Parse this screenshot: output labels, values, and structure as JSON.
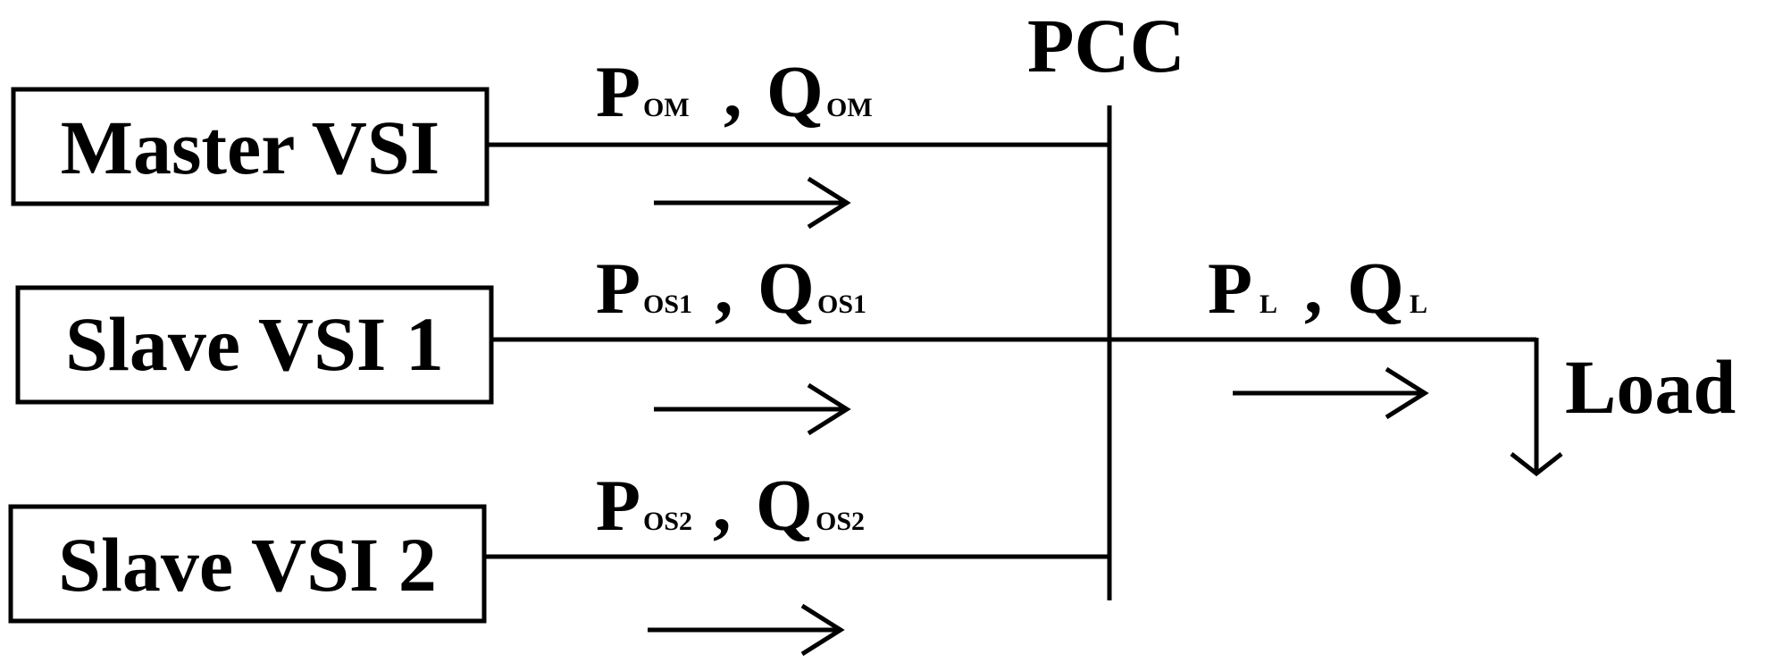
{
  "diagram": {
    "pcc_label": "PCC",
    "load_label": "Load",
    "sources": [
      {
        "name": "Master VSI",
        "P": "P",
        "P_sub": "OM",
        "sep": ",",
        "Q": "Q",
        "Q_sub": "OM"
      },
      {
        "name": "Slave VSI 1",
        "P": "P",
        "P_sub": "OS1",
        "sep": ",",
        "Q": "Q",
        "Q_sub": "OS1"
      },
      {
        "name": "Slave VSI 2",
        "P": "P",
        "P_sub": "OS2",
        "sep": ",",
        "Q": "Q",
        "Q_sub": "OS2"
      }
    ],
    "load_power": {
      "P": "P",
      "P_sub": "L",
      "sep": ",",
      "Q": "Q",
      "Q_sub": "L"
    }
  }
}
